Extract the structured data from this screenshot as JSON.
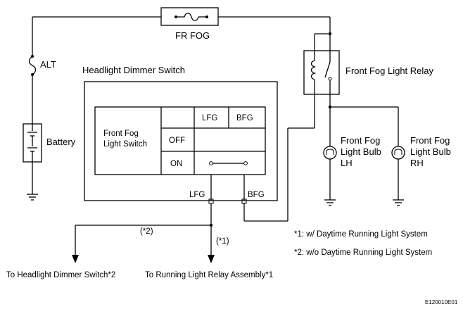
{
  "fuse": {
    "label": "FR FOG"
  },
  "alt": {
    "label": "ALT"
  },
  "battery": {
    "label": "Battery"
  },
  "relay": {
    "label": "Front Fog Light Relay"
  },
  "switch_assembly": {
    "title": "Headlight Dimmer Switch",
    "table": {
      "columns": [
        "LFG",
        "BFG"
      ],
      "row_header": [
        "Front Fog",
        "Light Switch"
      ],
      "rows": [
        "OFF",
        "ON"
      ]
    },
    "terminals": [
      "LFG",
      "BFG"
    ]
  },
  "bulbs": [
    {
      "lines": [
        "Front Fog",
        "Light Bulb",
        "LH"
      ]
    },
    {
      "lines": [
        "Front Fog",
        "Light Bulb",
        "RH"
      ]
    }
  ],
  "destinations": {
    "left": "To Headlight Dimmer Switch*2",
    "right": "To Running Light Relay Assembly*1"
  },
  "markers": {
    "m2": "(*2)",
    "m1": "(*1)"
  },
  "notes": [
    "*1: w/ Daytime Running Light System",
    "*2: w/o Daytime Running Light System"
  ],
  "figure_code": "E120010E01"
}
